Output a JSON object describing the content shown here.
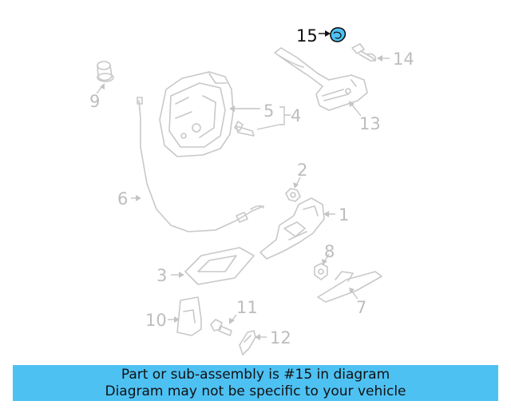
{
  "diagram": {
    "callouts": [
      "1",
      "2",
      "3",
      "4",
      "5",
      "6",
      "7",
      "8",
      "9",
      "10",
      "11",
      "12",
      "13",
      "14",
      "15"
    ],
    "highlighted": "15",
    "highlight_color": "#4ec1f3"
  },
  "banner": {
    "line1": "Part or sub-assembly is #15 in diagram",
    "line2": "Diagram may not be specific to your vehicle",
    "background": "#4ec1f3"
  }
}
